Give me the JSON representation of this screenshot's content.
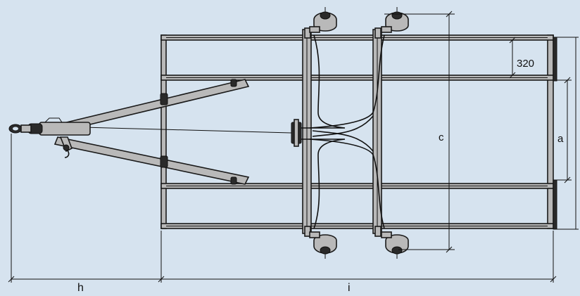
{
  "dimensions": {
    "dim_320": "320",
    "dim_a": "a",
    "dim_c": "c",
    "dim_h": "h",
    "dim_i": "i"
  },
  "colors": {
    "background": "#d6e3ef",
    "frame_fill": "#b9b9b9",
    "line": "#111111"
  }
}
